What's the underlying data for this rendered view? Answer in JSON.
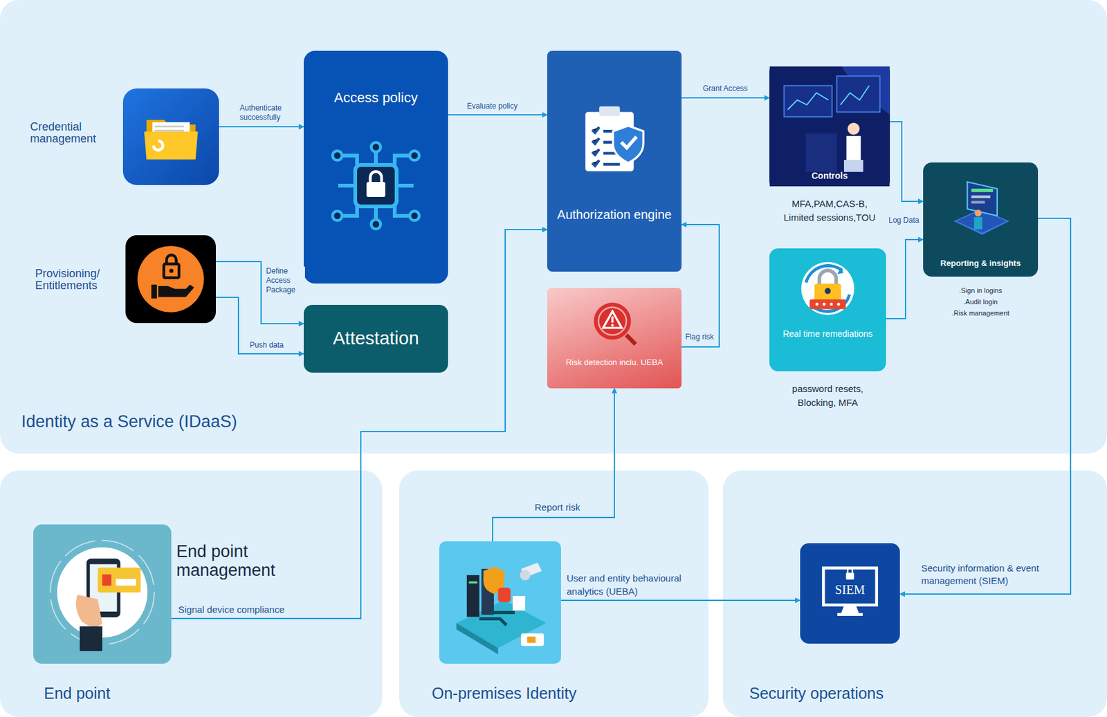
{
  "diagram": {
    "nodes": [
      {
        "text": [
          "Identity as a Service (IDaaS)"
        ]
      },
      {
        "text": [
          "Credential management"
        ],
        "in": 0
      },
      {
        "text": [
          "Access policy"
        ],
        "in": 0
      },
      {
        "text": [
          "Authorization engine"
        ],
        "in": 0
      },
      {
        "text": [
          "Controls",
          "MFA,PAM,CAS-B, Limited sessions,TOU"
        ],
        "in": 0
      },
      {
        "text": [
          "Provisioning/ Entitlements"
        ],
        "in": 0
      },
      {
        "text": [
          "Attestation"
        ],
        "in": 0
      },
      {
        "text": [
          "Risk detection inclu. UEBA"
        ],
        "in": 0
      },
      {
        "text": [
          "Reporting & insights",
          ".Sign in logins",
          ".Audit login",
          ".Risk management"
        ],
        "in": 0
      },
      {
        "text": [
          "Real time remediations",
          "password resets, Blocking, MFA"
        ],
        "in": 0
      },
      {
        "text": [
          "End point"
        ]
      },
      {
        "text": [
          "End point management"
        ],
        "in": 10
      },
      {
        "text": [
          "On-premises Identity"
        ]
      },
      {
        "text": [
          "User and entity behavioural analytics (UEBA)"
        ],
        "in": 12
      },
      {
        "text": [
          "Security operations"
        ]
      },
      {
        "text": [
          "SIEM",
          "Security information & event management (SIEM)"
        ],
        "in": 14
      }
    ],
    "edges": [
      {
        "from": 1,
        "to": 2,
        "arrow": "to",
        "label": "Authenticate successfully"
      },
      {
        "from": 2,
        "to": 3,
        "arrow": "to",
        "label": "Evaluate policy"
      },
      {
        "from": 3,
        "to": 4,
        "arrow": "to",
        "label": "Grant Access"
      },
      {
        "from": 5,
        "to": 6,
        "arrow": "to",
        "label": "Define Access Package"
      },
      {
        "from": 5,
        "to": 6,
        "arrow": "to",
        "label": "Push data"
      },
      {
        "from": 7,
        "to": 3,
        "arrow": "to",
        "label": "Flag risk"
      },
      {
        "from": 4,
        "to": 8,
        "arrow": "to"
      },
      {
        "from": 9,
        "to": 8,
        "arrow": "to",
        "label": "Log Data"
      },
      {
        "from": 8,
        "to": 15,
        "arrow": "to"
      },
      {
        "from": 11,
        "to": 3,
        "arrow": "to",
        "label": "Signal device compliance"
      },
      {
        "from": 13,
        "to": 7,
        "arrow": "to",
        "label": "Report risk"
      },
      {
        "from": 13,
        "to": 15,
        "arrow": "to"
      }
    ]
  }
}
